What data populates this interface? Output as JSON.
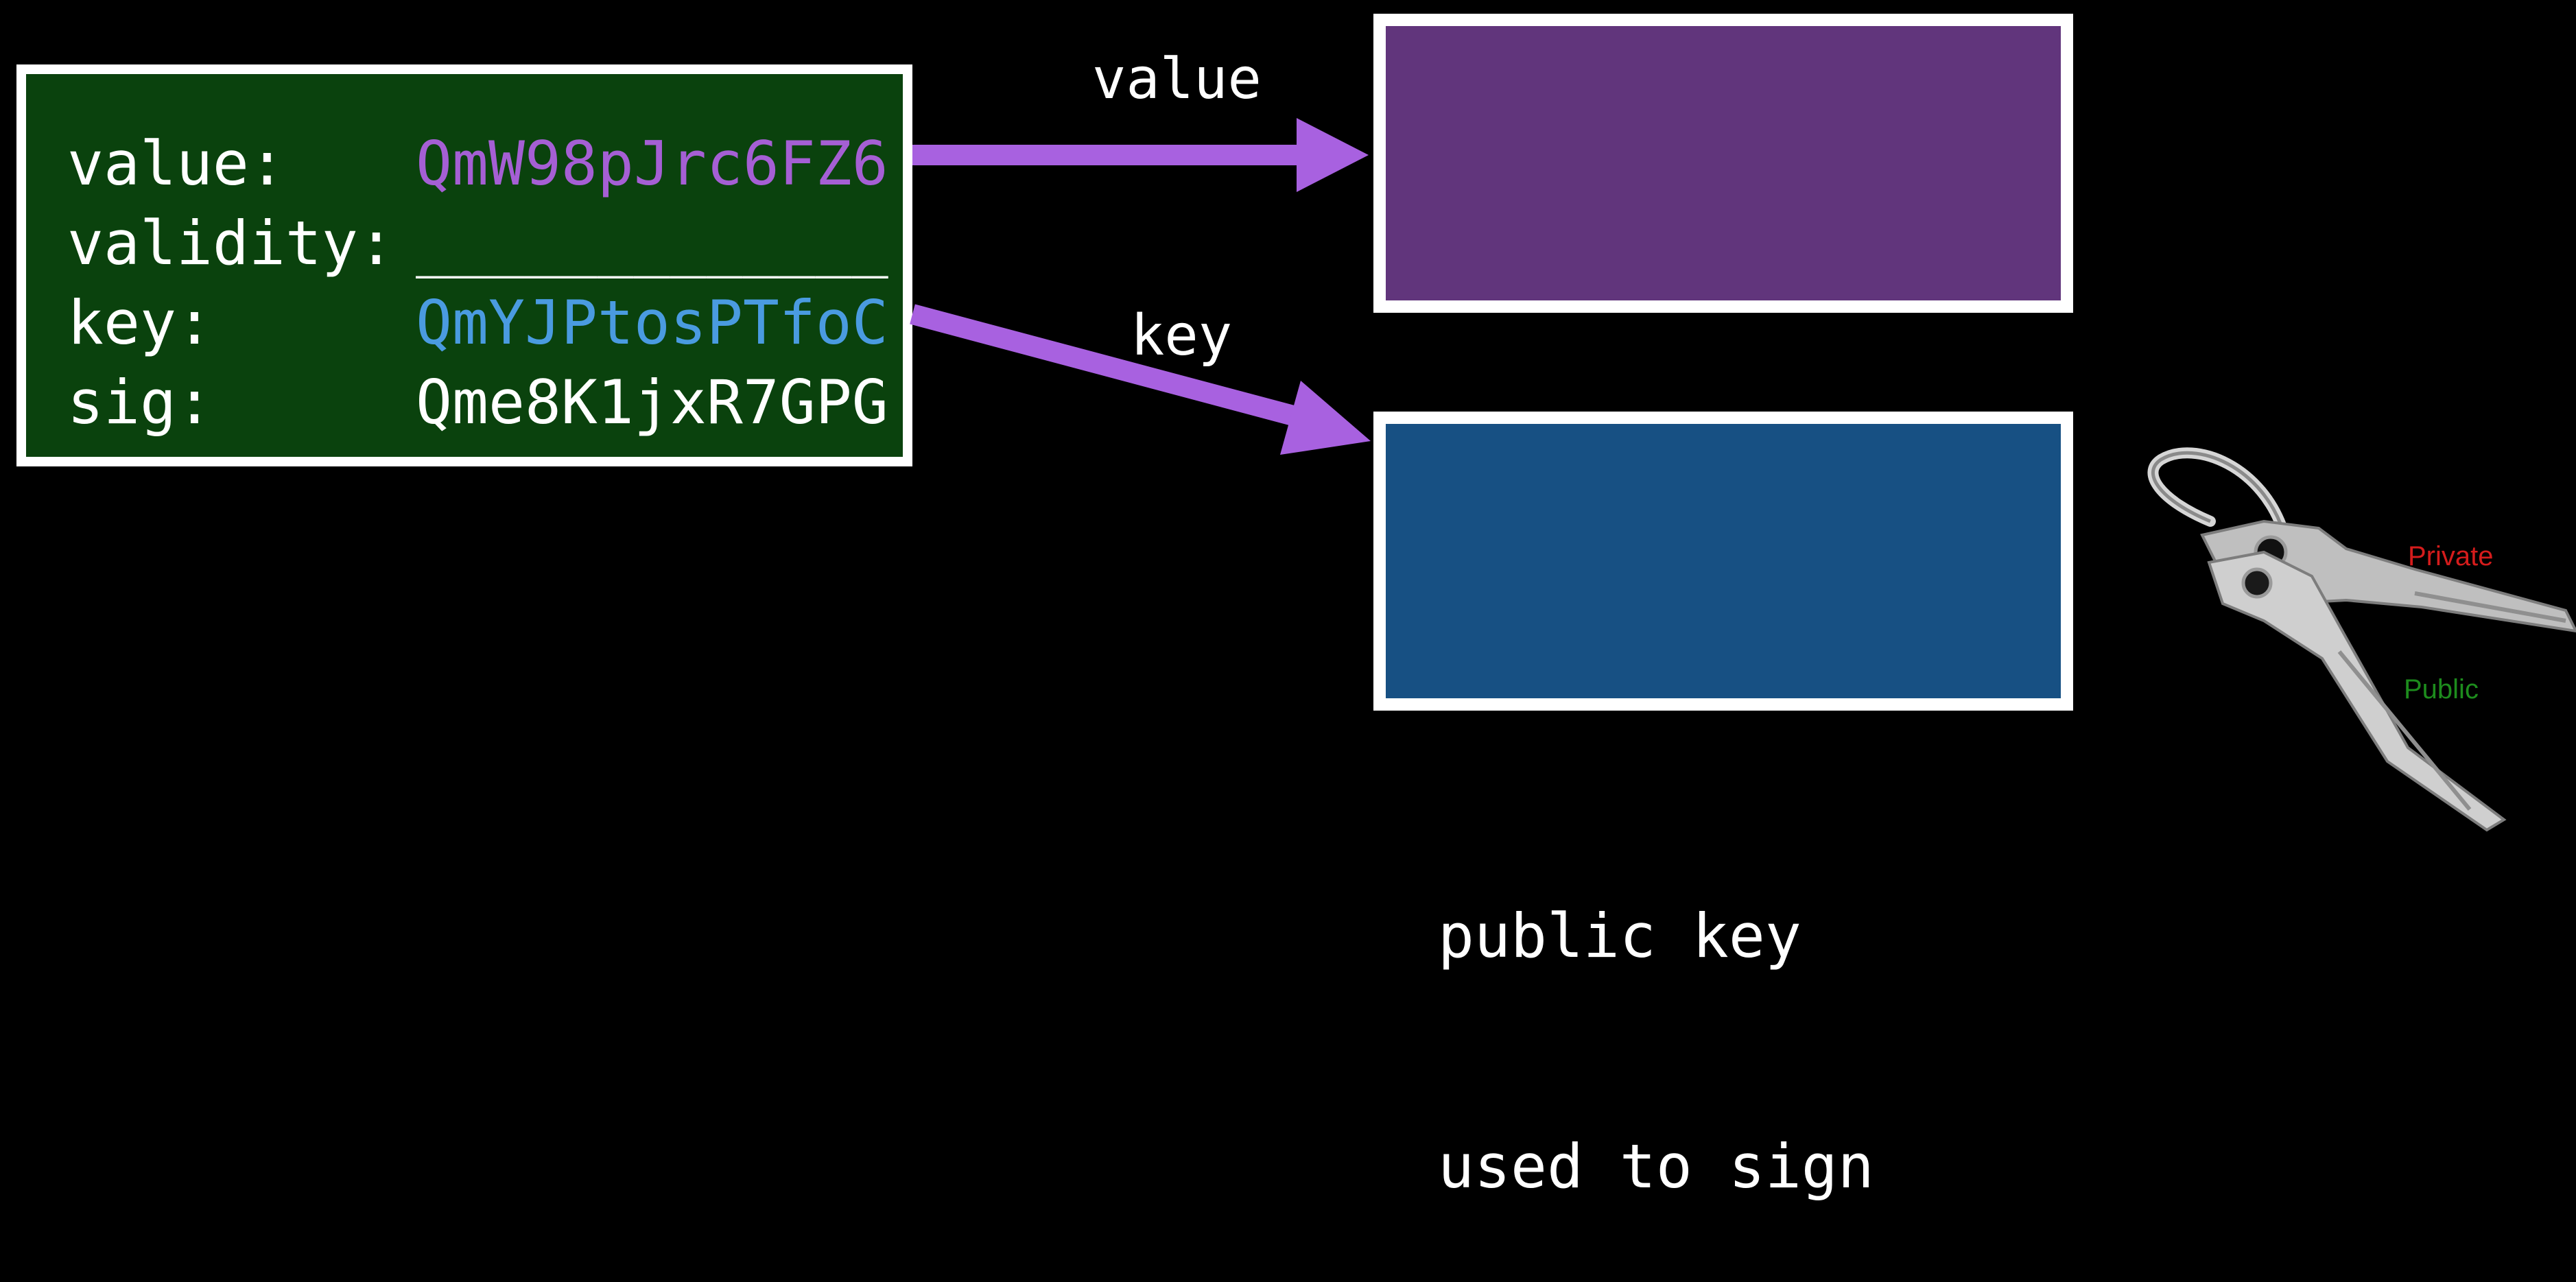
{
  "record": {
    "rows": [
      {
        "key": "value:",
        "val": "QmW98pJrc6FZ6"
      },
      {
        "key": "validity:",
        "val": "_____________"
      },
      {
        "key": "key:",
        "val": "QmYJPtosPTfoC"
      },
      {
        "key": "sig:",
        "val": "Qme8K1jxR7GPG"
      }
    ]
  },
  "edges": {
    "value_label": "value",
    "key_label": "key"
  },
  "caption": {
    "line1": "public key",
    "line2": "used to sign"
  },
  "keys_image": {
    "private_label": "Private",
    "public_label": "Public"
  },
  "colors": {
    "background": "#000000",
    "record_fill": "#0a420d",
    "value_color": "#a55fd4",
    "key_color": "#4a9be0",
    "arrow_color": "#a861e0",
    "value_box_fill": "#61357c",
    "key_box_fill": "#175083",
    "private_label_color": "#d51c1c",
    "public_label_color": "#1d8c1d"
  },
  "icons": [
    "arrow-right-icon",
    "keys-icon"
  ]
}
